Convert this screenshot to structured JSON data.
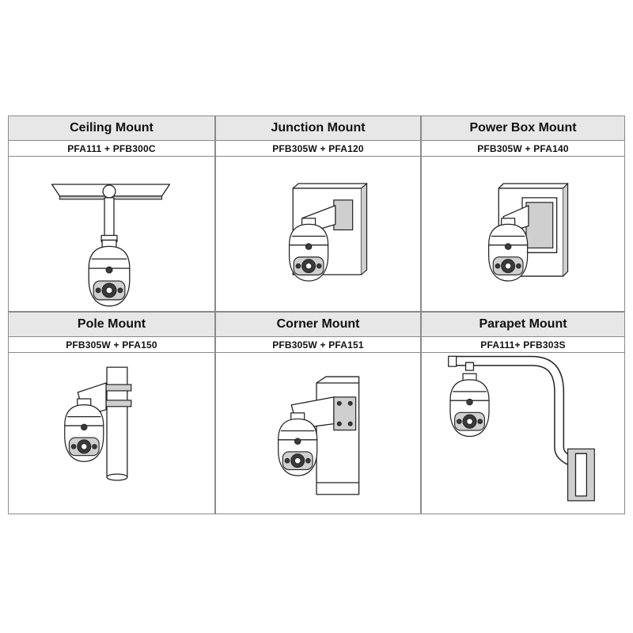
{
  "mounts": [
    {
      "title": "Ceiling Mount",
      "model": "PFA111 + PFB300C"
    },
    {
      "title": "Junction Mount",
      "model": "PFB305W + PFA120"
    },
    {
      "title": "Power Box Mount",
      "model": "PFB305W + PFA140"
    },
    {
      "title": "Pole Mount",
      "model": "PFB305W + PFA150"
    },
    {
      "title": "Corner Mount",
      "model": "PFB305W + PFA151"
    },
    {
      "title": "Parapet Mount",
      "model": "PFA111+ PFB303S"
    }
  ]
}
